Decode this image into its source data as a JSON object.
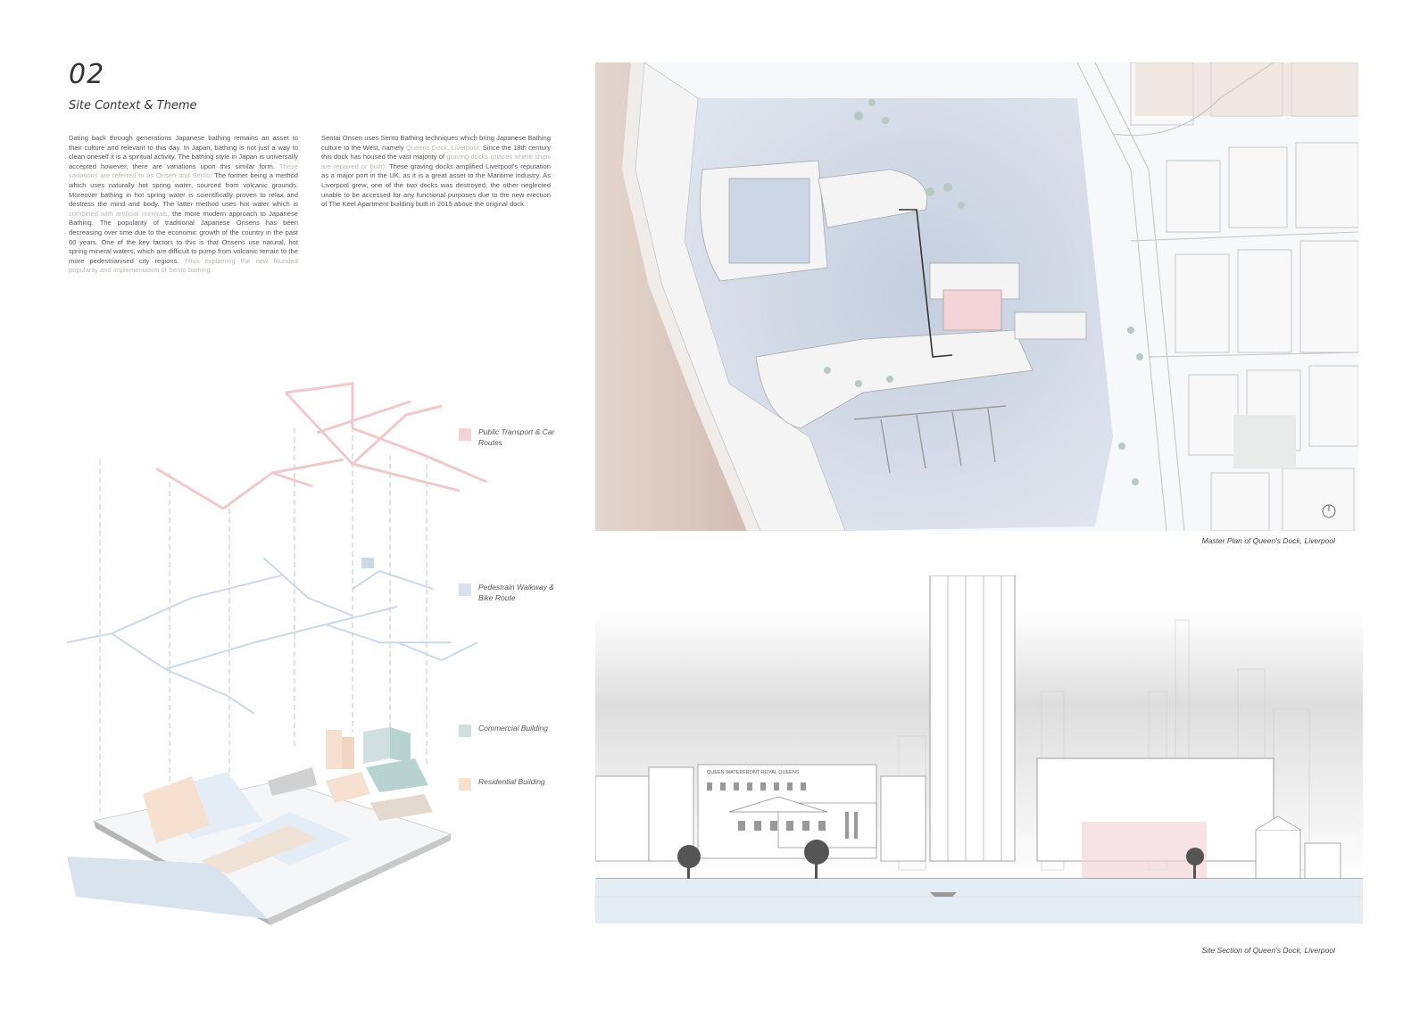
{
  "header": {
    "number": "02",
    "subtitle": "Site Context & Theme"
  },
  "text": {
    "col1": [
      {
        "t": "Dating back through generations Japanese bathing remains an asset to their culture and relevant to this day. In Japan, bathing is not just a way to clean oneself it is a spiritual activity. The bathing style in Japan is universally accepted however, there are variations upon this similar form. ",
        "hl": false
      },
      {
        "t": "These variations are referred to as Onsen and Sento.",
        "hl": true
      },
      {
        "t": " The former being a method which uses naturally hot spring water, sourced from volcanic grounds. Moreover bathing in hot spring water is scientifically proven to relax and destress the mind and body. The latter method uses hot water which is ",
        "hl": false
      },
      {
        "t": "combined with artificial minerals;",
        "hl": true
      },
      {
        "t": " the more modern approach to Japanese Bathing. The popularity of traditional Japanese Onsens has been decreasing over time due to the economic growth of the country in the past 60 years. One of the key factors to this is that Onsens use natural, hot spring mineral waters, which are difficult to pump from volcanic terrain to the more pedestrianised city regions. ",
        "hl": false
      },
      {
        "t": "Thus explaining the new founded popularity and implementation of Sento bathing.",
        "hl": true
      }
    ],
    "col2": [
      {
        "t": "Sentai Onsen uses Sento Bathing techniques which bring Japanese Bathing culture to the West, namely ",
        "hl": false
      },
      {
        "t": "Queens Dock, Liverpool.",
        "hl": true
      },
      {
        "t": " Since the 18th century this dock has housed the vast majority of ",
        "hl": false
      },
      {
        "t": "graving docks (places where ships are repaired or built).",
        "hl": true
      },
      {
        "t": " These graving docks amplified Liverpool's reputation as a major port in the UK, as it is a great asset to the Maritime industry. As Liverpool grew, one of the two docks was destroyed; the other neglected unable to be accessed for any functional purposes due to the new erection of The Keel Apartment building built in 2015 above the original dock.",
        "hl": false
      }
    ]
  },
  "legend": [
    {
      "label": "Public Transport & Car Routes",
      "color": "#f3d3d5"
    },
    {
      "label": "Pedestrain Walkway & Bike Route",
      "color": "#d7e2ec"
    },
    {
      "label": "Commercial Building",
      "color": "#cfe0de"
    },
    {
      "label": "Residential Building",
      "color": "#f6e0d0"
    }
  ],
  "captions": {
    "plan": "Master Plan of Queen's Dock, Liverpool",
    "section": "Site Section of Queen's Dock, Liverpool"
  },
  "signage": {
    "building_sign": "QUEEN WATERFRONT  ROYAL QUEENS"
  },
  "colors": {
    "water": "#c9d3e3",
    "river": "#d9c7be",
    "pink": "#f3d3d5",
    "commercial": "#cfe0de",
    "residential": "#f6e0d0",
    "pedestrian": "#d7e2ec"
  }
}
